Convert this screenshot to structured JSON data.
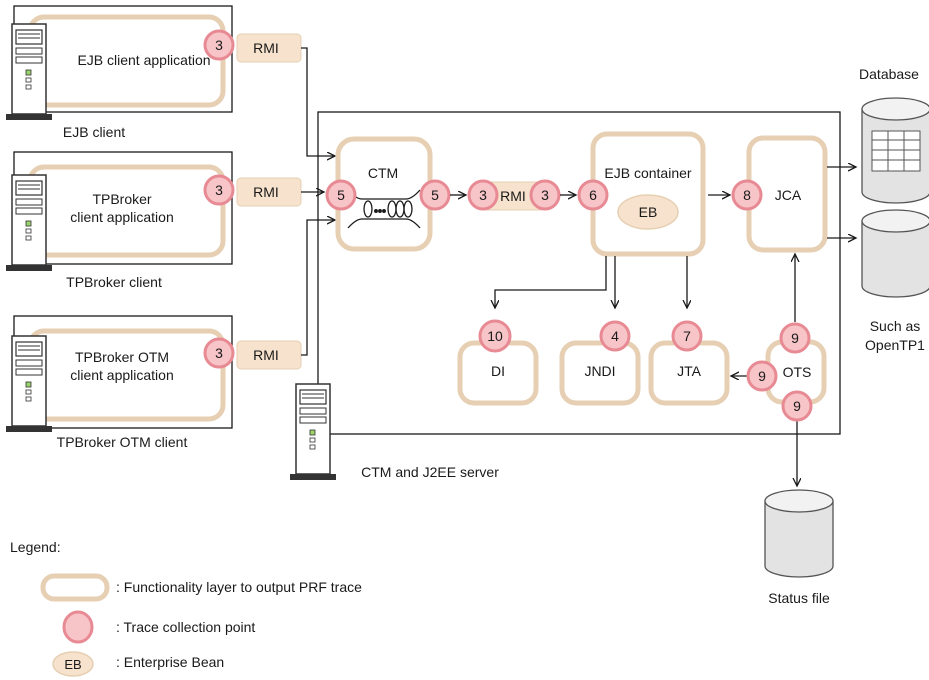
{
  "clients": {
    "ejb": {
      "app": "EJB client application",
      "caption": "EJB client",
      "rmi": "RMI",
      "point": "3"
    },
    "tpb": {
      "app_line1": "TPBroker",
      "app_line2": "client application",
      "caption": "TPBroker client",
      "rmi": "RMI",
      "point": "3"
    },
    "otm": {
      "app_line1": "TPBroker OTM",
      "app_line2": "client application",
      "caption": "TPBroker OTM client",
      "rmi": "RMI",
      "point": "3"
    }
  },
  "server": {
    "caption": "CTM and J2EE server",
    "ctm": {
      "label": "CTM",
      "point_in": "5",
      "point_out": "5"
    },
    "rmi": {
      "label": "RMI",
      "point_in": "3",
      "point_out": "3"
    },
    "ejb": {
      "label": "EJB container",
      "bean": "EB",
      "point": "6"
    },
    "jca": {
      "label": "JCA",
      "point": "8"
    },
    "di": {
      "label": "DI",
      "point": "10"
    },
    "jndi": {
      "label": "JNDI",
      "point": "4"
    },
    "jta": {
      "label": "JTA",
      "point": "7"
    },
    "ots": {
      "label": "OTS",
      "point_top": "9",
      "point_left": "9",
      "point_bottom": "9"
    }
  },
  "external": {
    "database": "Database",
    "other_line1": "Such as",
    "other_line2": "OpenTP1",
    "status_file": "Status file"
  },
  "legend": {
    "title": "Legend:",
    "layer": ": Functionality layer to output PRF trace",
    "point": ": Trace collection point",
    "bean_symbol": "EB",
    "bean": ": Enterprise Bean"
  },
  "colors": {
    "layer_stroke": "#e6cfb2",
    "rmi_fill": "#f7e3cd",
    "point_fill": "#f7c4c8",
    "point_stroke": "#e88a94",
    "bean_fill": "#f7e3cd",
    "line": "#1a1a1a"
  }
}
